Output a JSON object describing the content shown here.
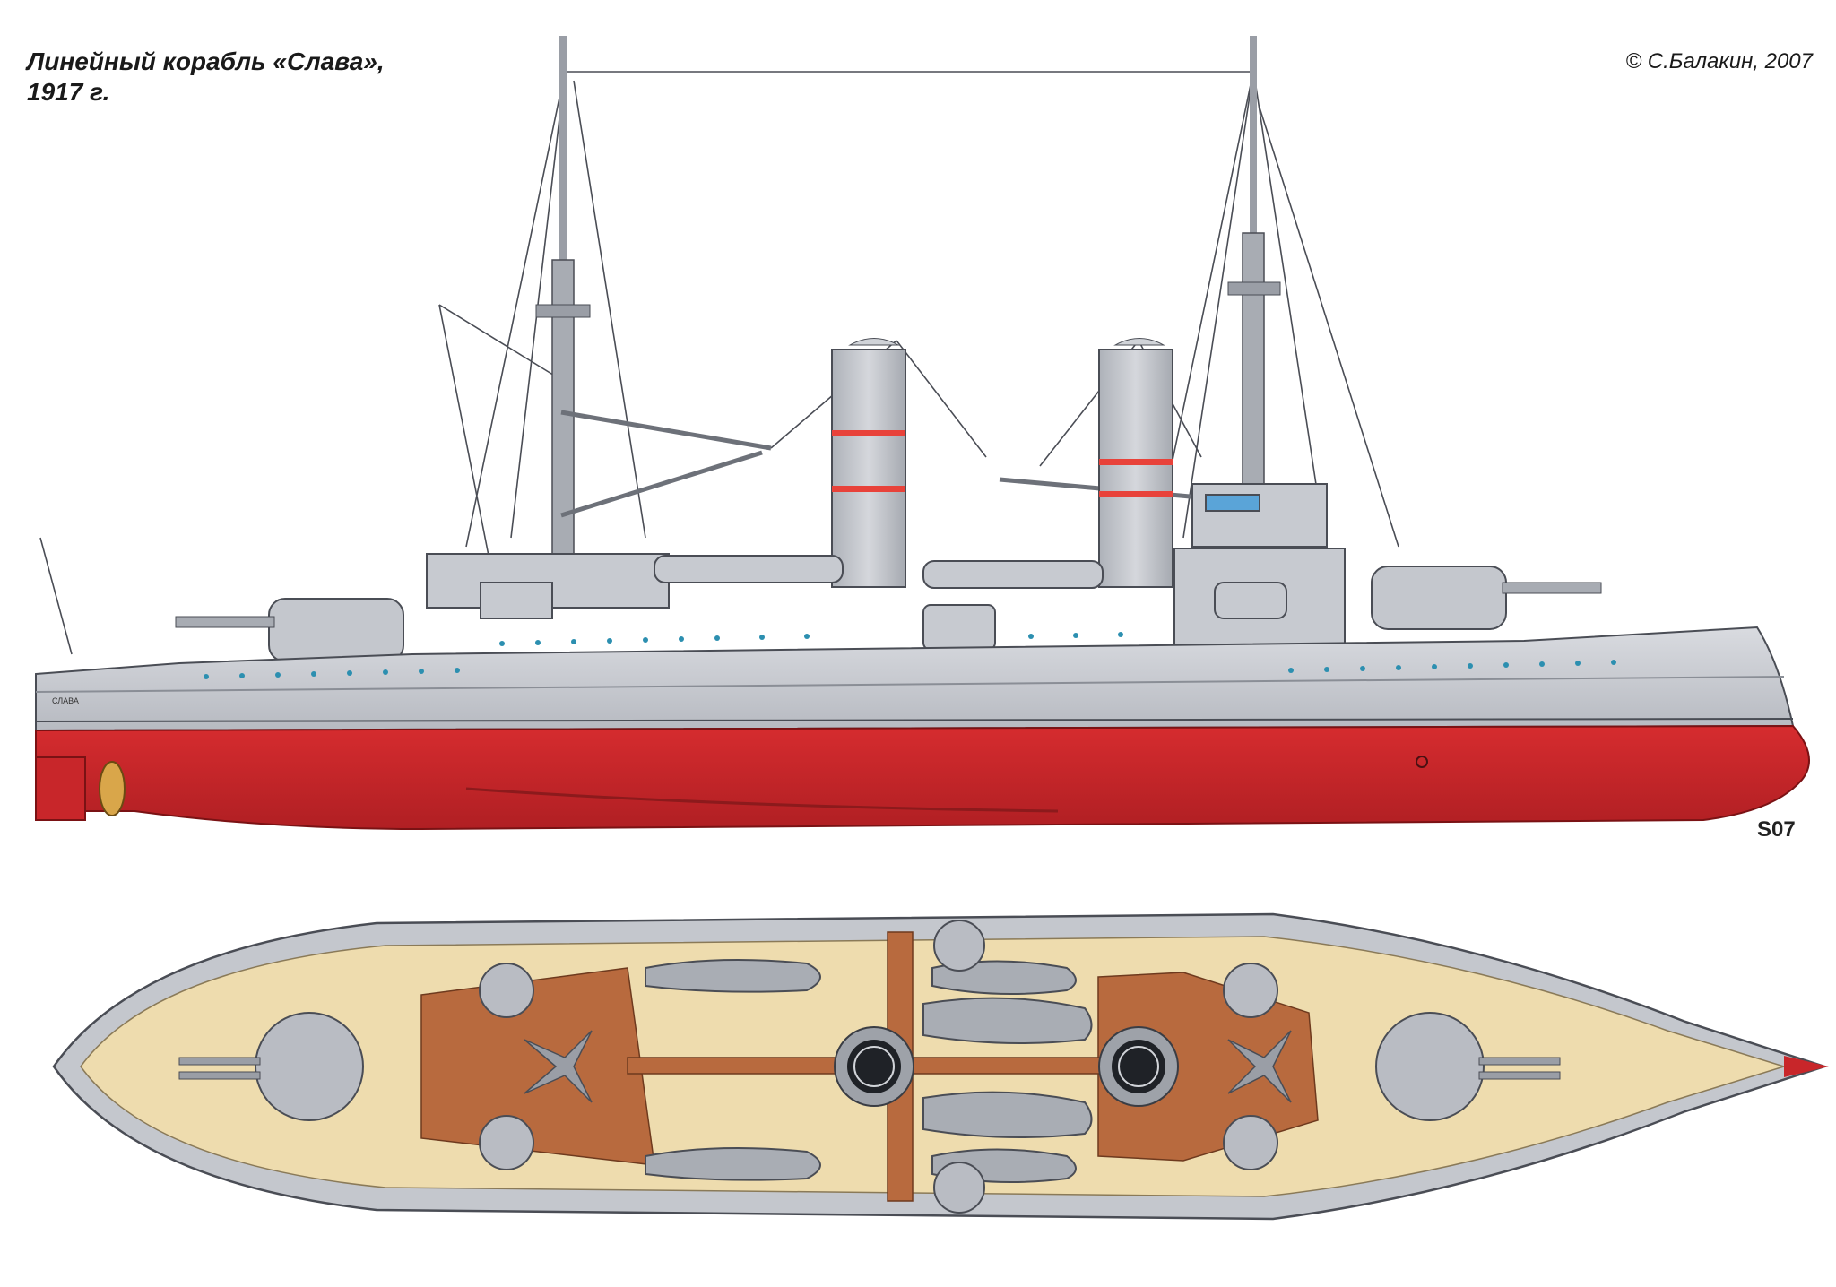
{
  "title": {
    "line1": "Линейный корабль «Слава»,",
    "line2": "1917 г."
  },
  "copyright": "© С.Балакин, 2007",
  "hull_name_plate": "СЛАВА",
  "signature": "S07",
  "views": {
    "profile": "side-elevation",
    "plan": "top-view"
  },
  "colors": {
    "hull_red": "#c8262a",
    "hull_grey": "#c9ccd2",
    "deck_tan": "#eedcae",
    "deck_brown": "#b86a3e",
    "funnel_band": "#e8423a",
    "outline": "#3a3d44"
  }
}
